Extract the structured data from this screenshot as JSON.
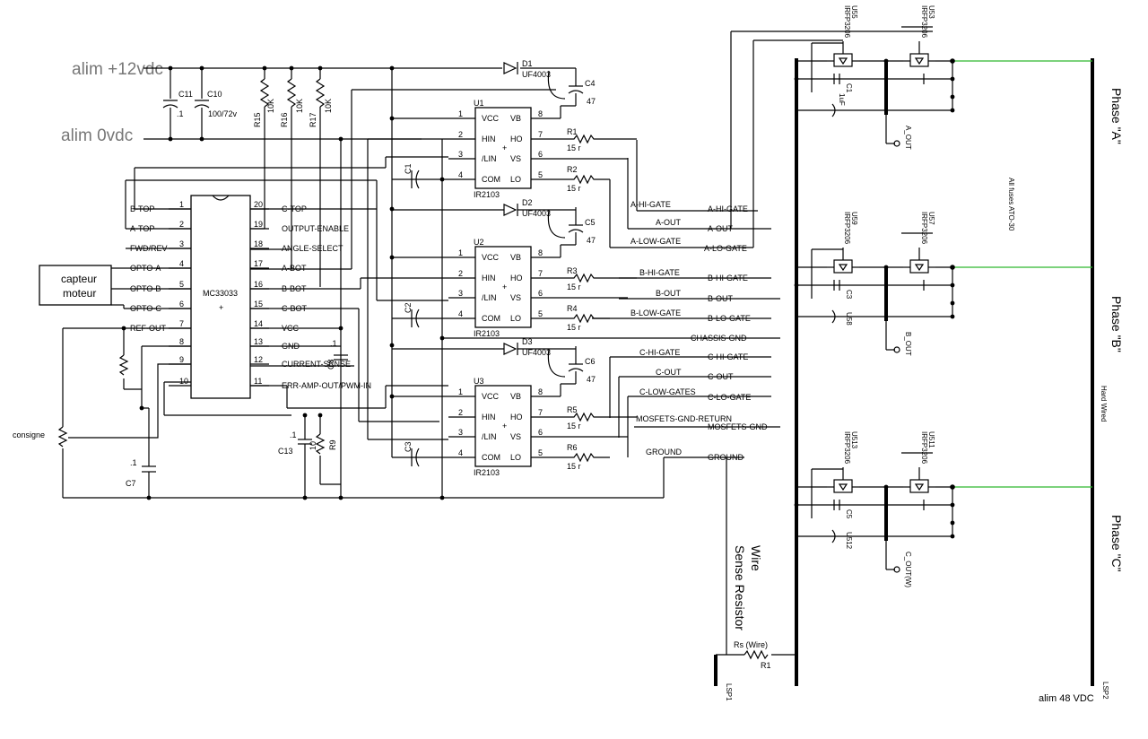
{
  "power": {
    "v12": "alim +12vdc",
    "v0": "alim 0vdc",
    "v48": "alim 48 VDC"
  },
  "caps_in": {
    "c11": "C11",
    "c10": "C10",
    "c11v": ".1",
    "c10v": "100/72v"
  },
  "resistors_in": [
    {
      "ref": "R15",
      "val": "10K"
    },
    {
      "ref": "R16",
      "val": "10K"
    },
    {
      "ref": "R17",
      "val": "10K"
    }
  ],
  "mc": {
    "name": "MC33033",
    "plus": "+",
    "left_pins": [
      {
        "n": "1",
        "s": "B-TOP"
      },
      {
        "n": "2",
        "s": "A-TOP"
      },
      {
        "n": "3",
        "s": "FWD/REV"
      },
      {
        "n": "4",
        "s": "OPTO-A"
      },
      {
        "n": "5",
        "s": "OPTO-B"
      },
      {
        "n": "6",
        "s": "OPTO-C"
      },
      {
        "n": "7",
        "s": "REF-OUT"
      },
      {
        "n": "8",
        "s": ""
      },
      {
        "n": "9",
        "s": ""
      },
      {
        "n": "10",
        "s": ""
      }
    ],
    "right_pins": [
      {
        "n": "20",
        "s": "C-TOP"
      },
      {
        "n": "19",
        "s": "OUTPUT-ENABLE"
      },
      {
        "n": "18",
        "s": "ANGLE-SELECT"
      },
      {
        "n": "17",
        "s": "A-BOT"
      },
      {
        "n": "16",
        "s": "B-BOT"
      },
      {
        "n": "15",
        "s": "C-BOT"
      },
      {
        "n": "14",
        "s": "VCC"
      },
      {
        "n": "13",
        "s": "GND"
      },
      {
        "n": "12",
        "s": "CURRENT-SENSE"
      },
      {
        "n": "11",
        "s": "ERR-AMP-OUT/PWM-IN"
      }
    ]
  },
  "sensor": {
    "line1": "capteur",
    "line2": "moteur"
  },
  "consigne": "consigne",
  "c7": {
    "ref": "C7",
    "val": ".1"
  },
  "c8": {
    "ref": "C8",
    "val": ".1"
  },
  "c13": {
    "ref": "C13",
    "val": ".1"
  },
  "r9": {
    "ref": "R9",
    "val": "10"
  },
  "drivers": [
    {
      "ref": "U1",
      "part": "IR2103",
      "diode": "D1",
      "diode_part": "UF4003",
      "cboot": "C4",
      "cboot_val": "47",
      "cin": "C1",
      "rhi": "R1",
      "rhi_val": "15 r",
      "rlo": "R2",
      "rlo_val": "15 r",
      "net_hi": "A-HI-GATE",
      "net_out": "A-OUT",
      "net_lo": "A-LOW-GATE"
    },
    {
      "ref": "U2",
      "part": "IR2103",
      "diode": "D2",
      "diode_part": "UF4003",
      "cboot": "C5",
      "cboot_val": "47",
      "cin": "C2",
      "rhi": "R3",
      "rhi_val": "15 r",
      "rlo": "R4",
      "rlo_val": "15 r",
      "net_hi": "B-HI-GATE",
      "net_out": "B-OUT",
      "net_lo": "B-LOW-GATE"
    },
    {
      "ref": "U3",
      "part": "IR2103",
      "diode": "D3",
      "diode_part": "UF4003",
      "cboot": "C6",
      "cboot_val": "47",
      "cin": "C3",
      "rhi": "R5",
      "rhi_val": "15 r",
      "rlo": "R6",
      "rlo_val": "15 r",
      "net_hi": "C-HI-GATE",
      "net_out": "C-OUT",
      "net_lo": "C-LOW-GATES"
    }
  ],
  "driver_pins": {
    "p1": "VCC",
    "p2": "HIN",
    "p3": "/LIN",
    "p4": "COM",
    "p8": "VB",
    "p7": "HO",
    "p6": "VS",
    "p5": "LO",
    "plus": "+"
  },
  "nets": {
    "a_hi": "A-HI-GATE",
    "a_out": "A-OUT",
    "a_lo": "A-LO-GATE",
    "b_hi": "B-HI-GATE",
    "b_out": "B-OUT",
    "b_lo": "B-LO-GATE",
    "chassis": "CHASSIS-GND",
    "c_hi": "C-HI-GATE",
    "c_out": "C-OUT",
    "c_lo": "C-LO-GATE",
    "mgr": "MOSFETS-GND-RETURN",
    "mgnd": "MOSFETS-GND",
    "gnd_l": "GROUND",
    "gnd_r": "GROUND"
  },
  "fets": {
    "u5": "U55",
    "u5p": "IRFP3206",
    "u3": "U53",
    "u3p": "IRFP3206",
    "c1": "C1",
    "c1v": "1uF",
    "aout": "A_OUT",
    "u9": "U59",
    "u9p": "IRFP3206",
    "u7": "U57",
    "u7p": "IRFP3206",
    "c3": "C3",
    "u8": "U58",
    "bout": "B_OUT",
    "u13": "U513",
    "u13p": "IRFP3206",
    "u11": "U511",
    "u11p": "IRFP3206",
    "c5": "C5",
    "u12": "U512",
    "cout": "C_OUT(W)"
  },
  "phases": {
    "a": "Phase \"A\"",
    "b": "Phase \"B\"",
    "c": "Phase \"C\""
  },
  "notes": {
    "fuses": "All fuses ATO-30",
    "hard": "Hard Wired",
    "sense1": "Sense Resistor",
    "sense2": "Wire"
  },
  "rs": {
    "ref": "Rs (Wire)",
    "r": "R1"
  },
  "lsp1": "LSP1",
  "lsp2": "LSP2"
}
